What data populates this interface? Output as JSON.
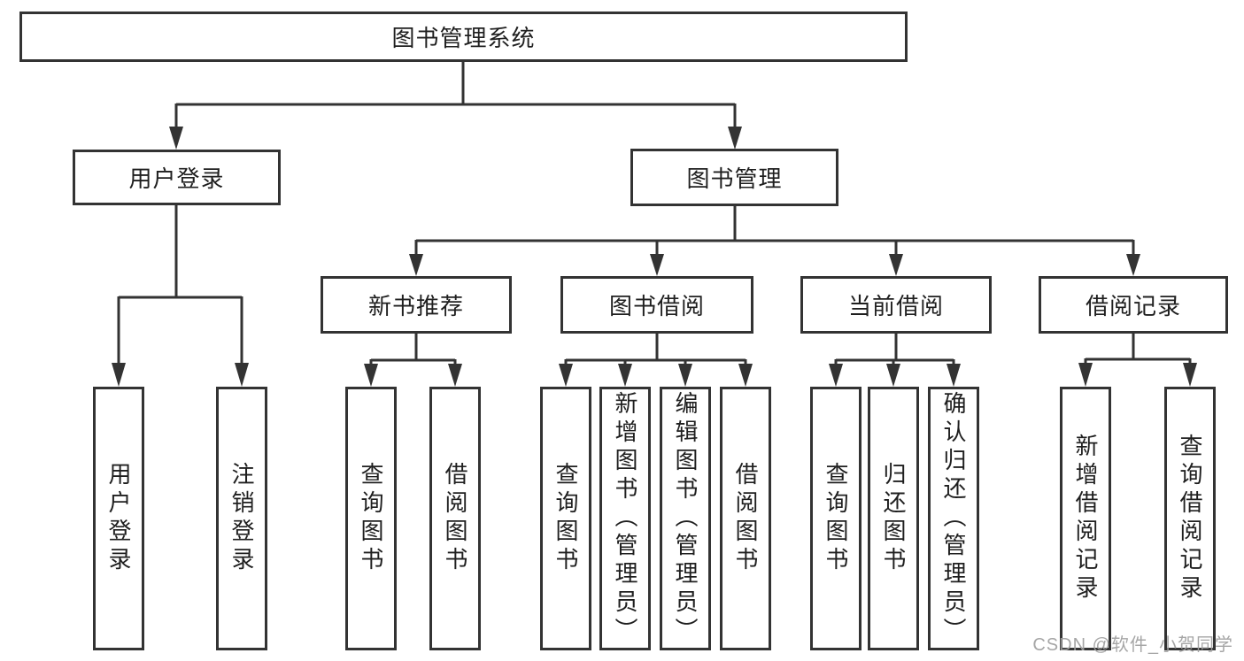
{
  "colors": {
    "line": "#333333",
    "box_border": "#333333",
    "text": "#1f1f1f",
    "watermark": "#9e9e9e",
    "background": "#ffffff"
  },
  "watermark": "CSDN @软件_小贺同学",
  "tree": {
    "root": {
      "label": "图书管理系统",
      "children": [
        {
          "label": "用户登录",
          "children": [
            {
              "label": "用户登录"
            },
            {
              "label": "注销登录"
            }
          ]
        },
        {
          "label": "图书管理",
          "children": [
            {
              "label": "新书推荐",
              "children": [
                {
                  "label": "查询图书"
                },
                {
                  "label": "借阅图书"
                }
              ]
            },
            {
              "label": "图书借阅",
              "children": [
                {
                  "label": "查询图书"
                },
                {
                  "label": "新增图书（管理员）"
                },
                {
                  "label": "编辑图书（管理员）"
                },
                {
                  "label": "借阅图书"
                }
              ]
            },
            {
              "label": "当前借阅",
              "children": [
                {
                  "label": "查询图书"
                },
                {
                  "label": "归还图书"
                },
                {
                  "label": "确认归还（管理员）"
                }
              ]
            },
            {
              "label": "借阅记录",
              "children": [
                {
                  "label": "新增借阅记录"
                },
                {
                  "label": "查询借阅记录"
                }
              ]
            }
          ]
        }
      ]
    }
  }
}
